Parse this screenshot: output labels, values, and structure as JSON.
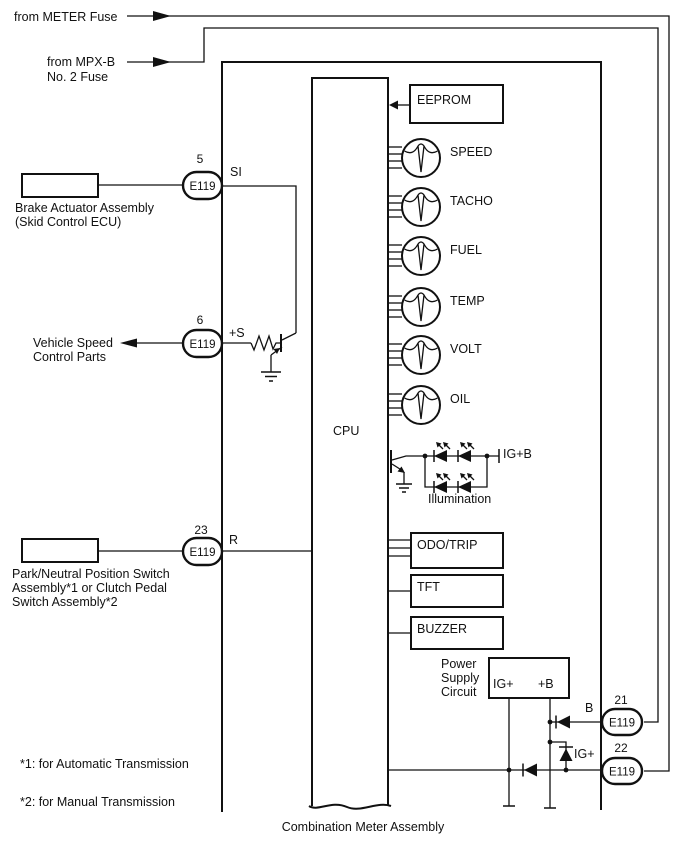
{
  "sources": {
    "meter": {
      "label": "from METER Fuse"
    },
    "mpxb": {
      "line1": "from MPX-B",
      "line2": "No. 2 Fuse"
    }
  },
  "meter_assembly": {
    "title": "Combination Meter Assembly",
    "cpu": "CPU",
    "eeprom": "EEPROM",
    "gauges": [
      {
        "label": "SPEED"
      },
      {
        "label": "TACHO"
      },
      {
        "label": "FUEL"
      },
      {
        "label": "TEMP"
      },
      {
        "label": "VOLT"
      },
      {
        "label": "OIL"
      }
    ],
    "illumination": {
      "label": "Illumination",
      "supply": "IG+B"
    },
    "modules": [
      {
        "label": "ODO/TRIP"
      },
      {
        "label": "TFT"
      },
      {
        "label": "BUZZER"
      }
    ],
    "power_supply": {
      "line1": "Power",
      "line2": "Supply",
      "line3": "Circuit",
      "pin_ig": "IG+",
      "pin_b": "+B",
      "diode_label": "IG+"
    }
  },
  "connectors": {
    "pin5": {
      "pin": "5",
      "name": "E119",
      "signal": "SI"
    },
    "pin6": {
      "pin": "6",
      "name": "E119",
      "signal": "+S"
    },
    "pin23": {
      "pin": "23",
      "name": "E119",
      "signal": "R"
    },
    "pin21": {
      "pin": "21",
      "name": "E119",
      "signal": "B"
    },
    "pin22": {
      "pin": "22",
      "name": "E119",
      "signal": "IG+"
    }
  },
  "external": {
    "brake": {
      "line1": "Brake Actuator Assembly",
      "line2": "(Skid Control ECU)"
    },
    "vsc": {
      "line1": "Vehicle Speed",
      "line2": "Control Parts"
    },
    "park": {
      "line1": "Park/Neutral Position Switch",
      "line2": "Assembly*1 or Clutch Pedal",
      "line3": "Switch Assembly*2"
    }
  },
  "footnotes": {
    "f1": "*1: for Automatic Transmission",
    "f2": "*2: for Manual Transmission"
  },
  "colors": {
    "line": "#111111",
    "background": "#ffffff"
  }
}
